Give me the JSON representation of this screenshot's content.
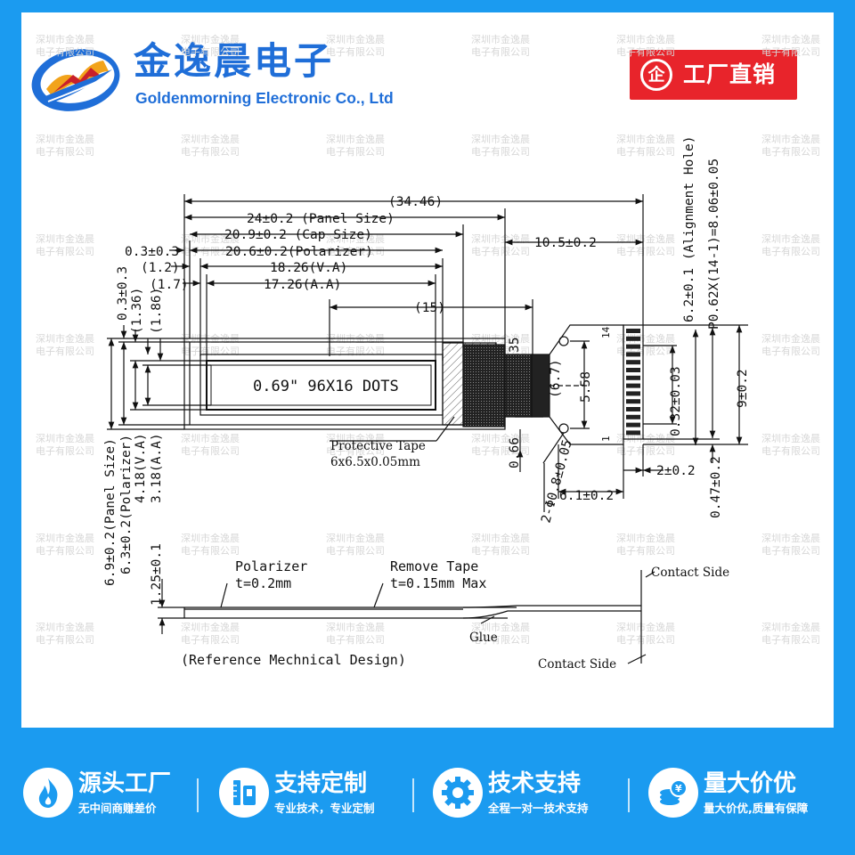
{
  "brand": {
    "name_cn": "金逸晨电子",
    "name_en": "Goldenmorning Electronic Co., Ltd"
  },
  "badge": {
    "mark": "企",
    "text": "工厂直销"
  },
  "watermark": {
    "line1": "深圳市金逸晨",
    "line2": "电子有限公司"
  },
  "drawing": {
    "dims": {
      "overall": "(34.46)",
      "panel": "24±0.2 (Panel Size)",
      "cap": "20.9±0.2 (Cap Size)",
      "polarizer": "20.6±0.2(Polarizer)",
      "va_w": "18.26(V.A)",
      "aa_w": "17.26(A.A)",
      "tail": "10.5±0.2",
      "off_03": "0.3±0.3",
      "off_12": "(1.2)",
      "off_17": "(1.7)",
      "v_03": "0.3±0.3",
      "v_136": "(1.36)",
      "v_186": "(1.86)",
      "w15": "(15)",
      "n35": "35",
      "n67": "(6.7)",
      "h558": "5.58",
      "n066": "0.66",
      "panel_h": "6.9±0.2(Panel Size)",
      "pol_h": "6.3±0.2(Polarizer)",
      "va_h": "4.18(V.A)",
      "aa_h": "3.18(A.A)",
      "hole": "2-Φ0.8±0.05",
      "w61": "6.1±0.2",
      "w2": "2±0.2",
      "pitch_032": "0.32±0.03",
      "align": "6.2±0.1 (Alignment Hole)",
      "pitch": "P0.62X(14-1)=8.06±0.05",
      "h9": "9±0.2",
      "h047": "0.47±0.2",
      "pin14": "14",
      "pin1": "1",
      "t125": "1.25±0.1"
    },
    "screen_text": "0.69\" 96X16 DOTS",
    "protective_tape_1": "Protective Tape",
    "protective_tape_2": "6x6.5x0.05mm",
    "polarizer_1": "Polarizer",
    "polarizer_2": "t=0.2mm",
    "remove_tape_1": "Remove Tape",
    "remove_tape_2": "t=0.15mm Max",
    "glue": "Glue",
    "contact_side_top": "Contact Side",
    "contact_side_bottom": "Contact Side",
    "caption": "(Reference Mechnical Design)"
  },
  "features": [
    {
      "title": "源头工厂",
      "sub": "无中间商赚差价",
      "icon": "flame-icon"
    },
    {
      "title": "支持定制",
      "sub": "专业技术，专业定制",
      "icon": "ruler-cup-icon"
    },
    {
      "title": "技术支持",
      "sub": "全程一对一技术支持",
      "icon": "gear-icon"
    },
    {
      "title": "量大价优",
      "sub": "量大价优,质量有保障",
      "icon": "coins-icon"
    }
  ],
  "colors": {
    "brand_blue": "#1f6ed8",
    "footer_blue": "#1b9bf0",
    "badge_red": "#e8242b"
  }
}
